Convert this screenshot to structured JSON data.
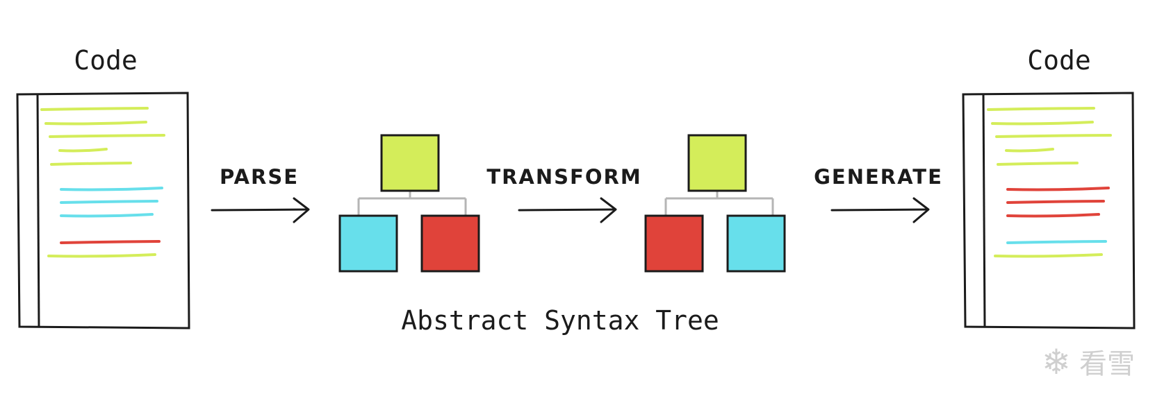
{
  "labels": {
    "input_code": "Code",
    "output_code": "Code",
    "parse": "PARSE",
    "transform": "TRANSFORM",
    "generate": "GENERATE",
    "ast": "Abstract Syntax Tree",
    "watermark": "看雪"
  },
  "colors": {
    "green": "#d4ed5a",
    "blue": "#67dfeb",
    "red": "#e0433a",
    "stroke": "#1b1b1b",
    "connector": "#b5b5b5"
  },
  "trees": {
    "before": {
      "root": "green",
      "left": "blue",
      "right": "red"
    },
    "after": {
      "root": "green",
      "left": "red",
      "right": "blue"
    }
  },
  "code_lines": {
    "input": [
      "green",
      "green",
      "green",
      "green",
      "green",
      "blue",
      "blue",
      "blue",
      "red",
      "green"
    ],
    "output": [
      "green",
      "green",
      "green",
      "green",
      "green",
      "red",
      "red",
      "red",
      "blue",
      "green"
    ]
  }
}
